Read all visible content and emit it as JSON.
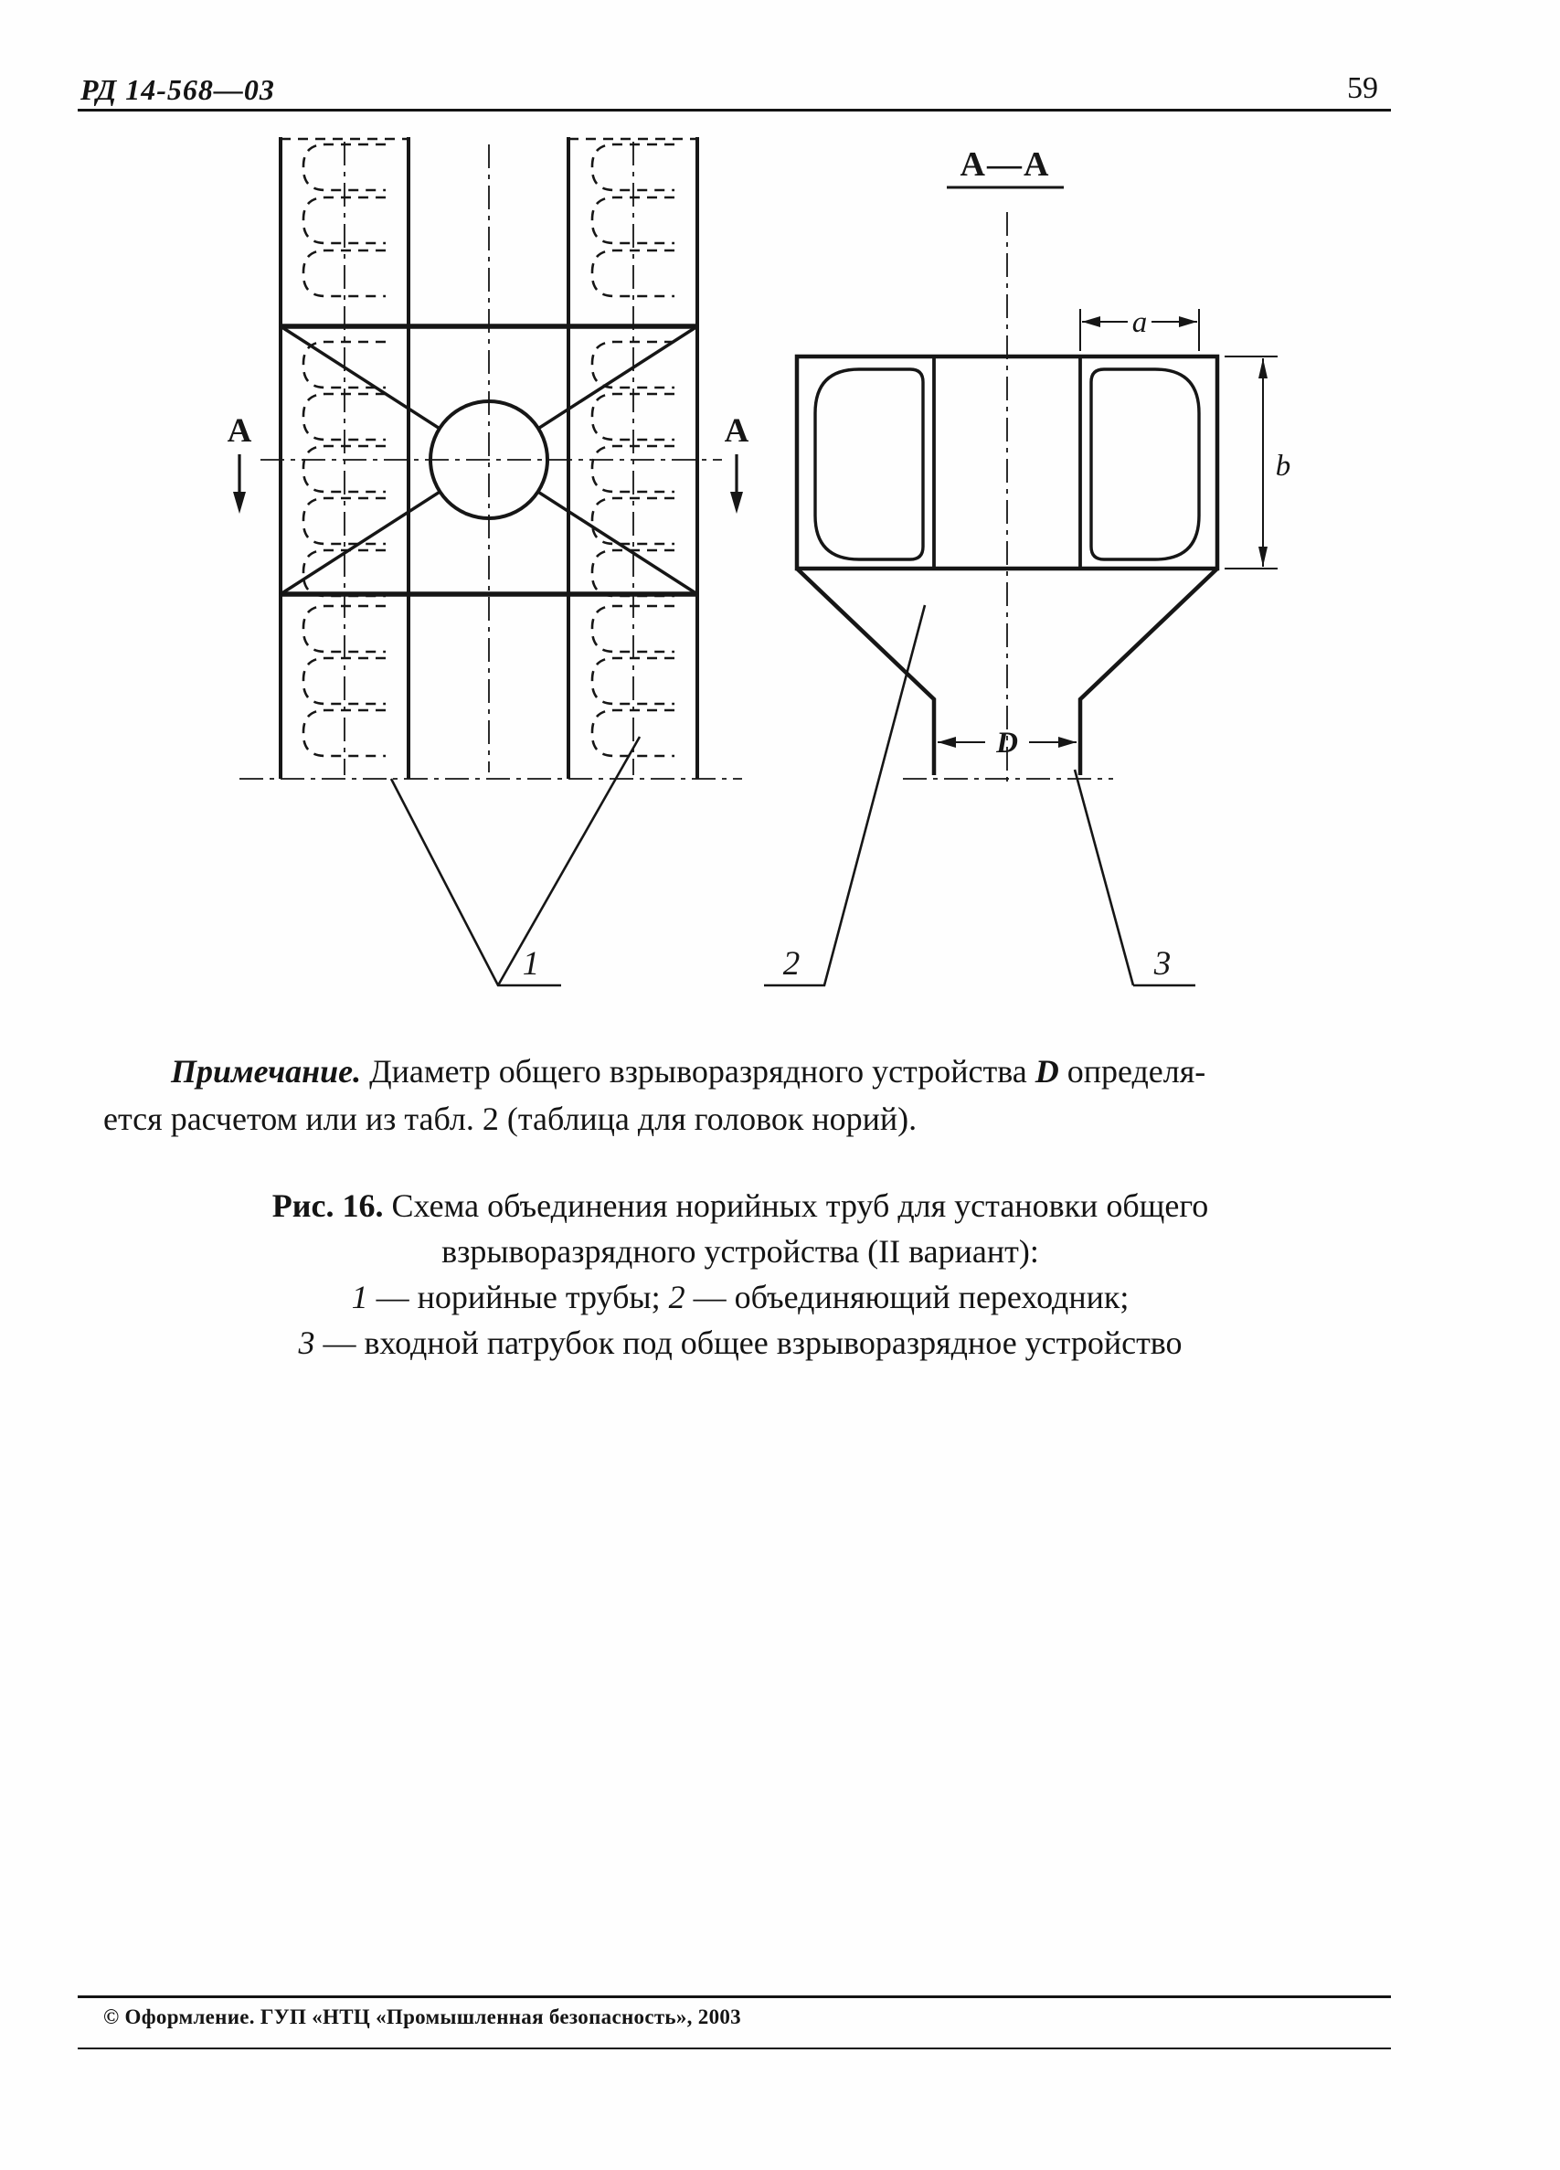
{
  "header": {
    "doc_number": "РД 14-568—03",
    "page_number": "59"
  },
  "figure": {
    "section_title": "А—А",
    "section_mark_left": "А",
    "section_mark_right": "А",
    "dim_a_label": "a",
    "dim_b_label": "b",
    "dim_d_label": "D",
    "callout_1": "1",
    "callout_2": "2",
    "callout_3": "3"
  },
  "note": {
    "label": "Примечание.",
    "seg1": " Диаметр общего взрыворазрядного устройства ",
    "d_var": "D",
    "seg2": " определя-",
    "line2": "ется расчетом или из табл. 2 (таблица для головок норий)."
  },
  "caption": {
    "fig_label": "Рис. 16.",
    "line1_rest": " Схема объединения норийных труб для установки общего",
    "line2": "взрыворазрядного устройства (II вариант):",
    "i1_num": "1",
    "i1_text": " — норийные трубы; ",
    "i2_num": "2",
    "i2_text": " — объединяющий переходник;",
    "i3_num": "3",
    "i3_text": " — входной патрубок под общее взрыворазрядное устройство"
  },
  "footer": {
    "copyright": "© Оформление. ГУП «НТЦ «Промышленная безопасность», 2003"
  }
}
